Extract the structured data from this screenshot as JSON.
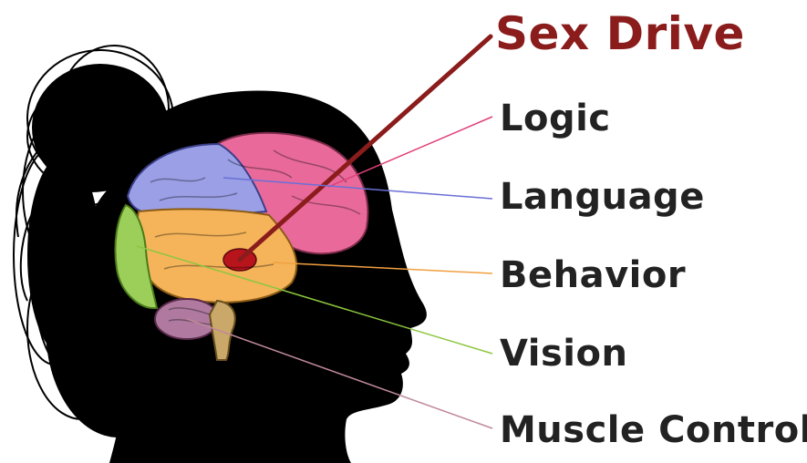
{
  "diagram": {
    "labels": [
      {
        "id": "sex-drive",
        "text": "Sex Drive",
        "color": "#8b1c1c",
        "region": "deep-center"
      },
      {
        "id": "logic",
        "text": "Logic",
        "color": "#e0407a",
        "region": "frontal-lobe"
      },
      {
        "id": "language",
        "text": "Language",
        "color": "#6a6fd6",
        "region": "parietal-lobe"
      },
      {
        "id": "behavior",
        "text": "Behavior",
        "color": "#f0a040",
        "region": "temporal-lobe"
      },
      {
        "id": "vision",
        "text": "Vision",
        "color": "#8cc63f",
        "region": "occipital-lobe"
      },
      {
        "id": "muscle-control",
        "text": "Muscle Control",
        "color": "#c08a9a",
        "region": "cerebellum"
      }
    ]
  },
  "colors": {
    "silhouette": "#000000",
    "frontal": "#e96a9a",
    "parietal": "#9a9fe6",
    "temporal": "#f5b45a",
    "occipital": "#9ccf5a",
    "cerebellum": "#b07aa0",
    "brainstem": "#c9a86a",
    "limbic": "#b8141c",
    "label_text": "#222222",
    "title_text": "#8b1c1c"
  }
}
